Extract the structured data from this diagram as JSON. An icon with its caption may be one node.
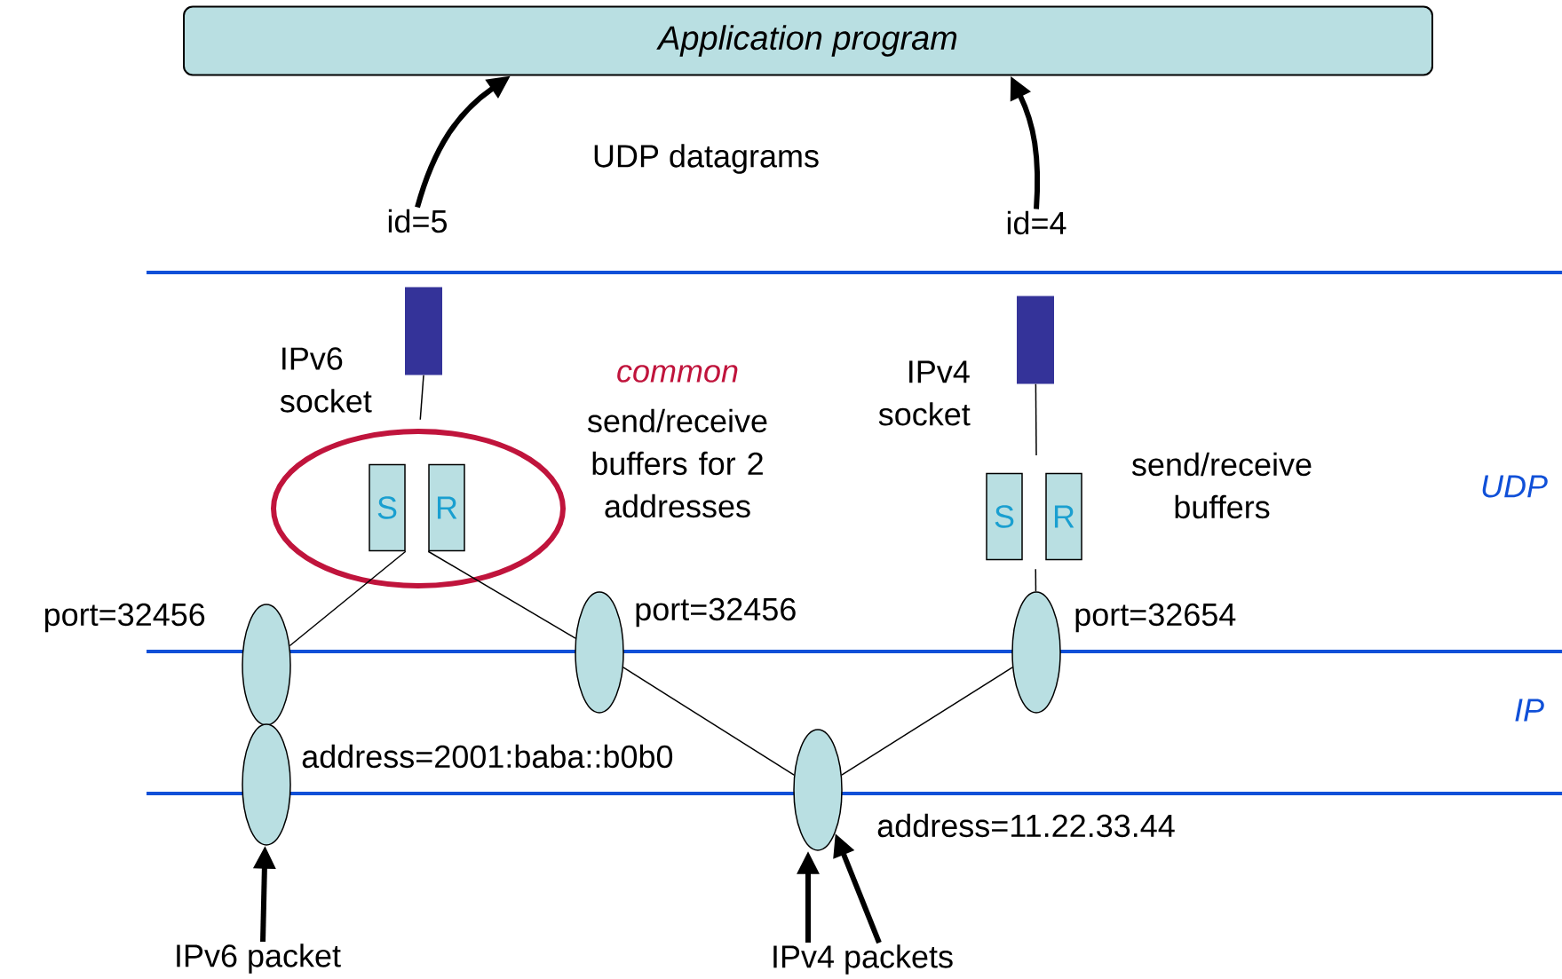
{
  "diagram": {
    "nodes": [
      {
        "text": [
          "Application program"
        ]
      },
      {
        "text": [
          "id=5"
        ]
      },
      {
        "text": [
          "id=4"
        ]
      },
      {
        "text": [],
        "shape": "bar",
        "beside": [
          "IPv6 socket"
        ]
      },
      {
        "text": [
          "S"
        ]
      },
      {
        "text": [
          "R"
        ]
      },
      {
        "text": [],
        "shape": "bar",
        "beside": [
          "IPv4 socket"
        ]
      },
      {
        "text": [
          "S"
        ]
      },
      {
        "text": [
          "R"
        ]
      },
      {
        "text": [],
        "shape": "ellipse",
        "beside": [
          "port=32456"
        ]
      },
      {
        "text": [],
        "shape": "ellipse",
        "beside": [
          "port=32456"
        ]
      },
      {
        "text": [],
        "shape": "ellipse",
        "beside": [
          "port=32654"
        ]
      },
      {
        "text": [],
        "shape": "ellipse",
        "beside": [
          "address=2001:baba::b0b0"
        ]
      },
      {
        "text": [],
        "shape": "ellipse",
        "beside": [
          "address=11.22.33.44"
        ]
      },
      {
        "text": [
          "IPv6 packet"
        ]
      },
      {
        "text": [
          "IPv4 packets"
        ]
      }
    ],
    "edges": [
      {
        "from": 1,
        "to": 0,
        "arrow": "to",
        "style": "thick"
      },
      {
        "from": 2,
        "to": 0,
        "arrow": "to",
        "style": "thick"
      },
      {
        "from": 3,
        "to": 5,
        "arrow": "none"
      },
      {
        "from": 4,
        "to": 9,
        "arrow": "none"
      },
      {
        "from": 5,
        "to": 10,
        "arrow": "none"
      },
      {
        "from": 6,
        "to": null,
        "arrow": "none"
      },
      {
        "from": 8,
        "to": 11,
        "arrow": "none"
      },
      {
        "from": 10,
        "to": 13,
        "arrow": "none"
      },
      {
        "from": 11,
        "to": 13,
        "arrow": "none"
      },
      {
        "from": 14,
        "to": 12,
        "arrow": "to",
        "style": "thick"
      },
      {
        "from": 15,
        "to": 13,
        "arrow": "to",
        "style": "thick"
      },
      {
        "from": 15,
        "to": 13,
        "arrow": "to",
        "style": "thick"
      }
    ],
    "labels": [
      "UDP datagrams",
      "common",
      "send/receive buffers for 2 addresses",
      "send/receive buffers",
      "UDP",
      "IP"
    ]
  }
}
